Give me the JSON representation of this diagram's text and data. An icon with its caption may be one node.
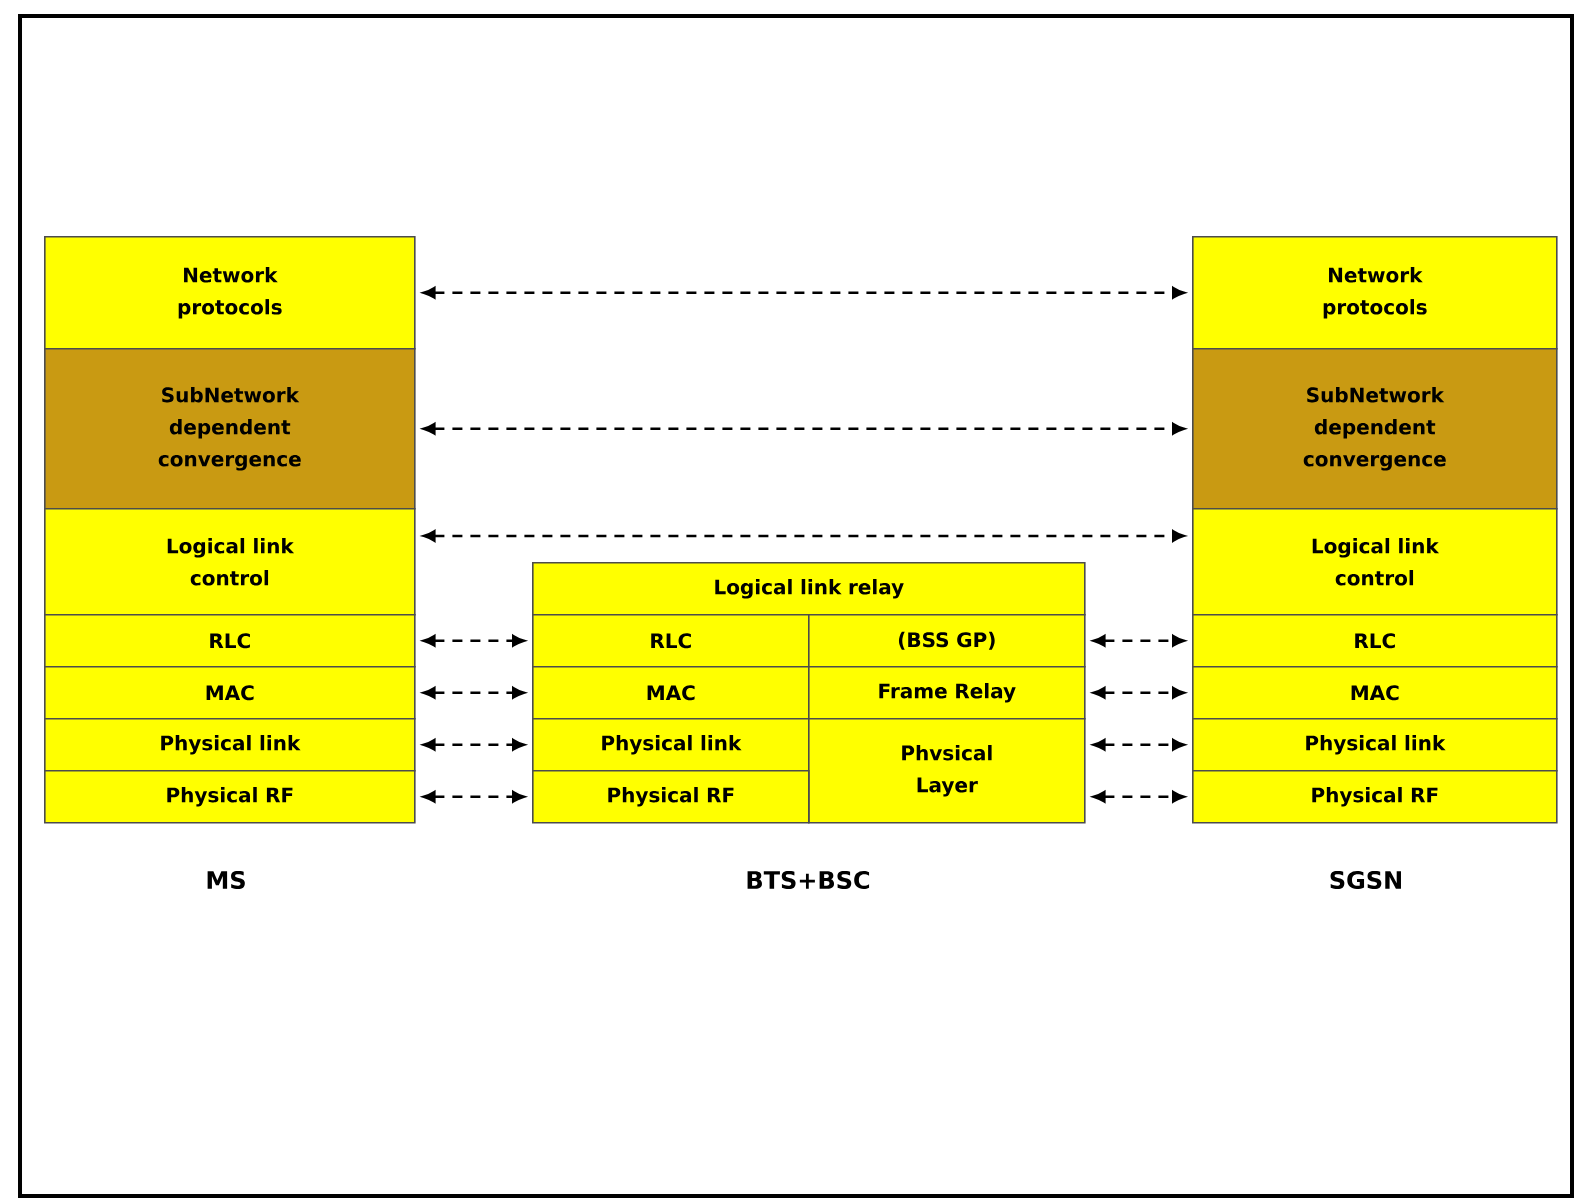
{
  "diagram": {
    "nodes": [
      {
        "text": [
          "Network protocols"
        ]
      },
      {
        "text": [
          "SubNetwork dependent convergence"
        ]
      },
      {
        "text": [
          "Logical link control"
        ]
      },
      {
        "text": [
          "RLC"
        ]
      },
      {
        "text": [
          "MAC"
        ]
      },
      {
        "text": [
          "Physical link"
        ]
      },
      {
        "text": [
          "Physical RF"
        ]
      },
      {
        "text": [
          "Logical link relay"
        ]
      },
      {
        "text": [
          "RLC"
        ]
      },
      {
        "text": [
          "(BSS GP)"
        ]
      },
      {
        "text": [
          "MAC"
        ]
      },
      {
        "text": [
          "Frame Relay"
        ]
      },
      {
        "text": [
          "Physical link"
        ]
      },
      {
        "text": [
          "Phvsical Layer"
        ]
      },
      {
        "text": [
          "Physical RF"
        ]
      },
      {
        "text": [
          "Network protocols"
        ]
      },
      {
        "text": [
          "SubNetwork dependent convergence"
        ]
      },
      {
        "text": [
          "Logical link control"
        ]
      },
      {
        "text": [
          "RLC"
        ]
      },
      {
        "text": [
          "MAC"
        ]
      },
      {
        "text": [
          "Physical link"
        ]
      },
      {
        "text": [
          "Physical RF"
        ]
      }
    ],
    "edges": [
      {
        "from": 0,
        "to": 15,
        "arrow": "both",
        "style": "dashed"
      },
      {
        "from": 1,
        "to": 16,
        "arrow": "both",
        "style": "dashed"
      },
      {
        "from": 2,
        "to": 17,
        "arrow": "both",
        "style": "dashed"
      },
      {
        "from": 3,
        "to": 8,
        "arrow": "both",
        "style": "dashed"
      },
      {
        "from": 4,
        "to": 10,
        "arrow": "both",
        "style": "dashed"
      },
      {
        "from": 5,
        "to": 12,
        "arrow": "both",
        "style": "dashed"
      },
      {
        "from": 6,
        "to": 14,
        "arrow": "both",
        "style": "dashed"
      },
      {
        "from": 9,
        "to": 18,
        "arrow": "both",
        "style": "dashed"
      },
      {
        "from": 11,
        "to": 19,
        "arrow": "both",
        "style": "dashed"
      },
      {
        "from": 13,
        "to": 20,
        "arrow": "both",
        "style": "dashed"
      },
      {
        "from": 13,
        "to": 21,
        "arrow": "both",
        "style": "dashed"
      }
    ],
    "labels": [
      "MS",
      "BTS+BSC",
      "SGSN"
    ]
  }
}
